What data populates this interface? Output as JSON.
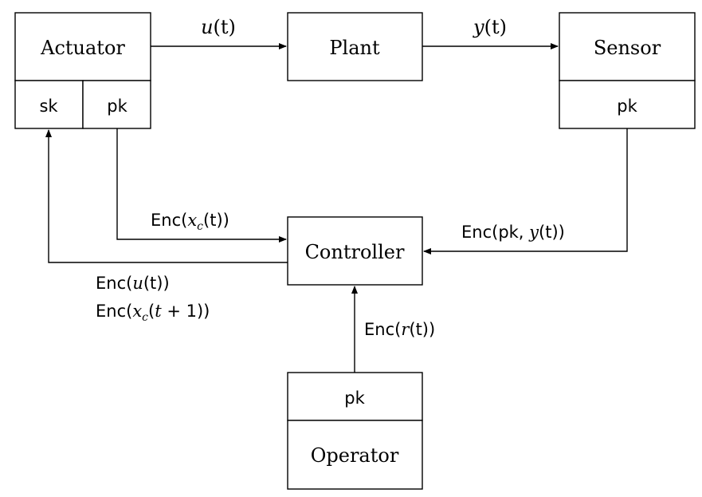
{
  "blocks": {
    "actuator": {
      "title": "Actuator",
      "left_key": "sk",
      "right_key": "pk"
    },
    "plant": {
      "title": "Plant"
    },
    "sensor": {
      "title": "Sensor",
      "key": "pk"
    },
    "controller": {
      "title": "Controller"
    },
    "operator": {
      "title": "Operator",
      "key": "pk"
    }
  },
  "signals": {
    "u": {
      "var": "u",
      "arg": "(t)"
    },
    "y": {
      "var": "y",
      "arg": "(t)"
    },
    "enc_xc": {
      "fn": "Enc(",
      "var": "x",
      "sub": "c",
      "arg": "(t))"
    },
    "enc_pk_y": {
      "fn": "Enc(pk, ",
      "var": "y",
      "arg": "(t))"
    },
    "enc_u": {
      "fn": "Enc(",
      "var": "u",
      "arg": "(t))"
    },
    "enc_xc_next": {
      "fn": "Enc(",
      "var": "x",
      "sub": "c",
      "arg_open": "(",
      "arg_var": "t",
      "arg_rest": " + 1))"
    },
    "enc_r": {
      "fn": "Enc(",
      "var": "r",
      "arg": "(t))"
    }
  }
}
